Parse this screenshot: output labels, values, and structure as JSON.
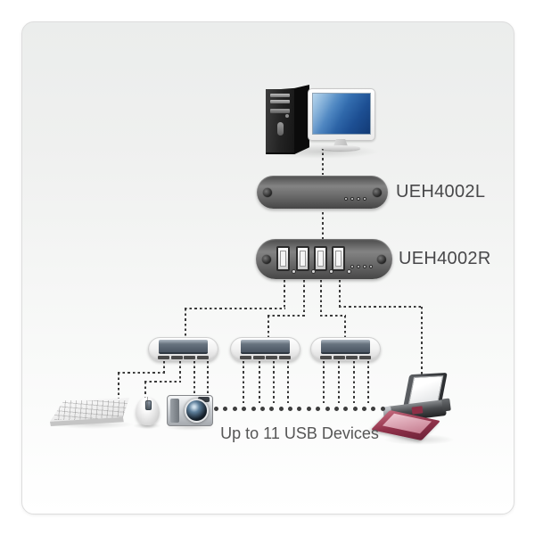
{
  "labels": {
    "local_unit": "UEH4002L",
    "remote_unit": "UEH4002R",
    "caption": "Up to 11 USB Devices"
  },
  "diagram": {
    "type": "usb-extender-connection-diagram",
    "devices": [
      {
        "id": "computer",
        "icon": "desktop-computer-icon",
        "label": ""
      },
      {
        "id": "local-extender",
        "icon": "extender-unit-icon",
        "label": "UEH4002L",
        "led_count": 4
      },
      {
        "id": "remote-extender",
        "icon": "extender-unit-icon",
        "label": "UEH4002R",
        "usb_port_count": 4,
        "led_count": 4
      },
      {
        "id": "hub-1",
        "icon": "usb-hub-icon",
        "label": "",
        "port_count": 4
      },
      {
        "id": "hub-2",
        "icon": "usb-hub-icon",
        "label": "",
        "port_count": 4
      },
      {
        "id": "hub-3",
        "icon": "usb-hub-icon",
        "label": "",
        "port_count": 4
      },
      {
        "id": "keyboard",
        "icon": "keyboard-icon",
        "label": ""
      },
      {
        "id": "mouse",
        "icon": "mouse-icon",
        "label": ""
      },
      {
        "id": "camera",
        "icon": "camera-icon",
        "label": ""
      },
      {
        "id": "printer",
        "icon": "photo-printer-icon",
        "label": ""
      }
    ],
    "connections": [
      {
        "from": "computer",
        "to": "local-extender",
        "style": "dashed"
      },
      {
        "from": "local-extender",
        "to": "remote-extender",
        "style": "dashed"
      },
      {
        "from": "remote-extender-port-1",
        "to": "hub-1",
        "style": "dashed"
      },
      {
        "from": "remote-extender-port-2",
        "to": "hub-2",
        "style": "dashed"
      },
      {
        "from": "remote-extender-port-3",
        "to": "hub-3",
        "style": "dashed"
      },
      {
        "from": "remote-extender-port-4",
        "to": "printer",
        "style": "dashed"
      },
      {
        "from": "hub-1-port-1",
        "to": "keyboard",
        "style": "dashed"
      },
      {
        "from": "hub-1-port-2",
        "to": "mouse",
        "style": "dashed"
      },
      {
        "from": "hub-1-port-3",
        "to": "camera",
        "style": "dashed"
      },
      {
        "from": "hub-1-port-4",
        "to": "camera",
        "style": "dashed"
      }
    ],
    "ellipsis_dot_count": 19,
    "colors": {
      "extender_body": "#6e6e6e",
      "dash_line": "#3a3a3a",
      "monitor_screen_blue": "#2f6cb0",
      "hub_panel": "#5c6773",
      "printer_tray_maroon": "#8c2f45",
      "label_text": "#48484a",
      "caption_text": "#565656",
      "canvas_top": "#ebedec",
      "canvas_bottom": "#ffffff"
    }
  }
}
